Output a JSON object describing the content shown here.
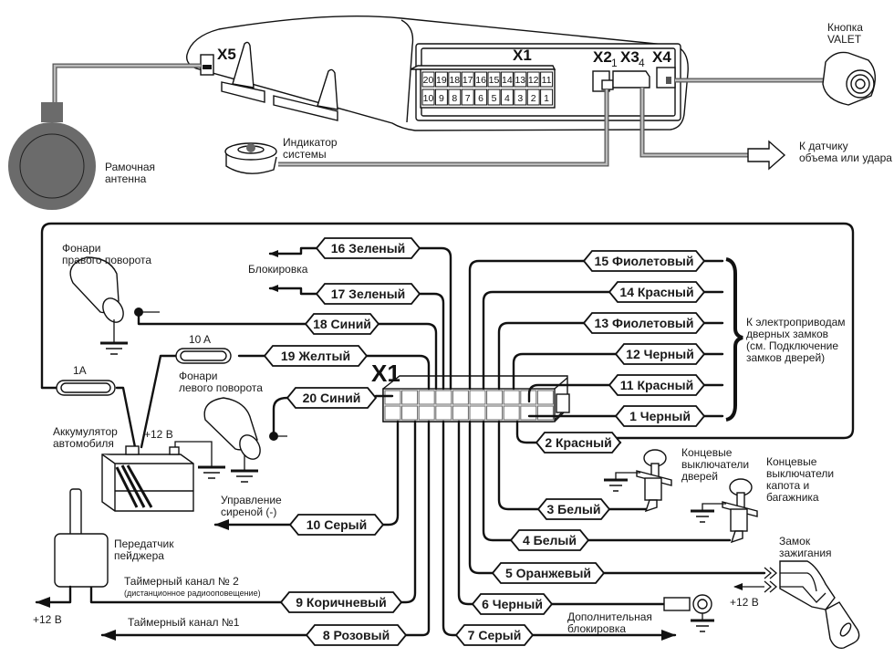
{
  "unit": {
    "connectors": [
      "X5",
      "X1",
      "X2",
      "X3",
      "X4"
    ],
    "x2_subscript": "1",
    "x3_subscript": "4",
    "x1_pins_top": [
      "20",
      "19",
      "18",
      "17",
      "16",
      "15",
      "14",
      "13",
      "12",
      "11"
    ],
    "x1_pins_bottom": [
      "10",
      "9",
      "8",
      "7",
      "6",
      "5",
      "4",
      "3",
      "2",
      "1"
    ]
  },
  "top_labels": {
    "antenna": [
      "Рамочная",
      "антенна"
    ],
    "indicator": [
      "Индикатор",
      "системы"
    ],
    "valet": [
      "Кнопка",
      "VALET"
    ],
    "sensor": [
      "К датчику",
      "объема или удара"
    ]
  },
  "harness": {
    "x1_label": "X1",
    "wires": [
      {
        "pin": 16,
        "label": "16 Зеленый"
      },
      {
        "pin": 17,
        "label": "17 Зеленый"
      },
      {
        "pin": 18,
        "label": "18 Синий"
      },
      {
        "pin": 19,
        "label": "19 Желтый"
      },
      {
        "pin": 20,
        "label": "20 Синий"
      },
      {
        "pin": 15,
        "label": "15 Фиолетовый"
      },
      {
        "pin": 14,
        "label": "14 Красный"
      },
      {
        "pin": 13,
        "label": "13 Фиолетовый"
      },
      {
        "pin": 12,
        "label": "12 Черный"
      },
      {
        "pin": 11,
        "label": "11 Красный"
      },
      {
        "pin": 1,
        "label": "1 Черный"
      },
      {
        "pin": 2,
        "label": "2 Красный"
      },
      {
        "pin": 3,
        "label": "3 Белый"
      },
      {
        "pin": 4,
        "label": "4 Белый"
      },
      {
        "pin": 5,
        "label": "5 Оранжевый"
      },
      {
        "pin": 6,
        "label": "6 Черный"
      },
      {
        "pin": 7,
        "label": "7 Серый"
      },
      {
        "pin": 8,
        "label": "8 Розовый"
      },
      {
        "pin": 9,
        "label": "9 Коричневый"
      },
      {
        "pin": 10,
        "label": "10 Серый"
      }
    ]
  },
  "annotations": {
    "right_turn": [
      "Фонари",
      "правого поворота"
    ],
    "left_turn": [
      "Фонари",
      "левого поворота"
    ],
    "blocking": "Блокировка",
    "fuse_10a": "10 A",
    "fuse_1a": "1A",
    "battery": [
      "Аккумулятор",
      "автомобиля"
    ],
    "battery_plus": "+12 B",
    "siren": [
      "Управление",
      "сиреной (-)"
    ],
    "pager": [
      "Передатчик",
      "пейджера"
    ],
    "timer2": "Таймерный канал № 2",
    "timer2_sub": "(дистанционное радиооповещение)",
    "timer1": "Таймерный канал №1",
    "pager_plus": "+12 B",
    "door_locks": [
      "К электроприводам",
      "дверных замков",
      "(см. Подключение",
      "замков дверей)"
    ],
    "door_switches": [
      "Концевые",
      "выключатели",
      "дверей"
    ],
    "hood_switches": [
      "Концевые",
      "выключатели",
      "капота и",
      "багажника"
    ],
    "ignition": [
      "Замок",
      "зажигания"
    ],
    "ignition_plus": "+12 B",
    "extra_block": [
      "Дополнительная",
      "блокировка"
    ]
  }
}
